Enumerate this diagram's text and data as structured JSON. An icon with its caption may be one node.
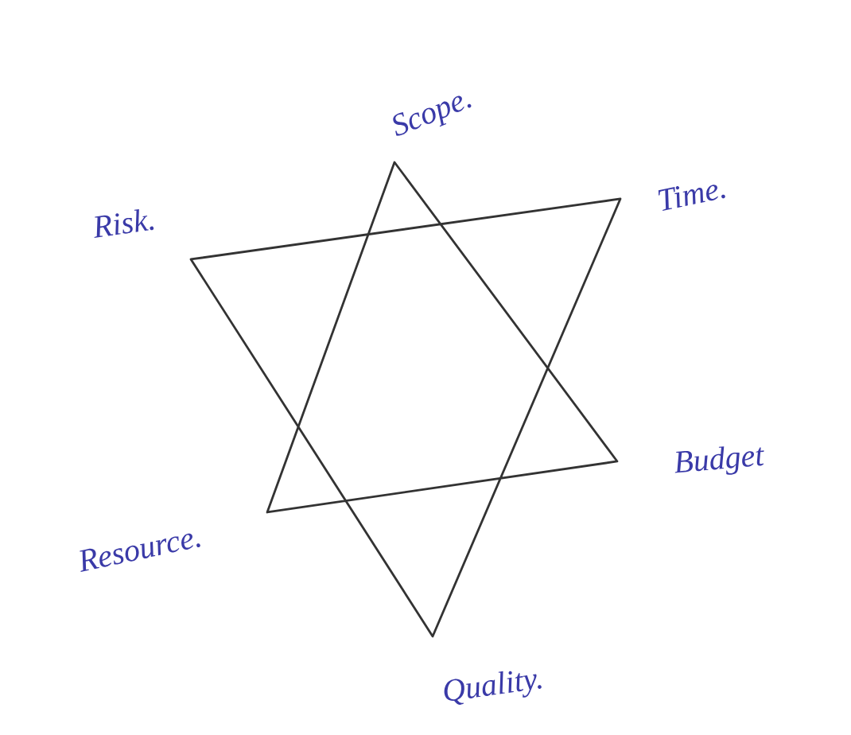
{
  "diagram": {
    "labels": [
      "Scope.",
      "Time.",
      "Risk.",
      "Budget",
      "Resource.",
      "Quality."
    ]
  }
}
